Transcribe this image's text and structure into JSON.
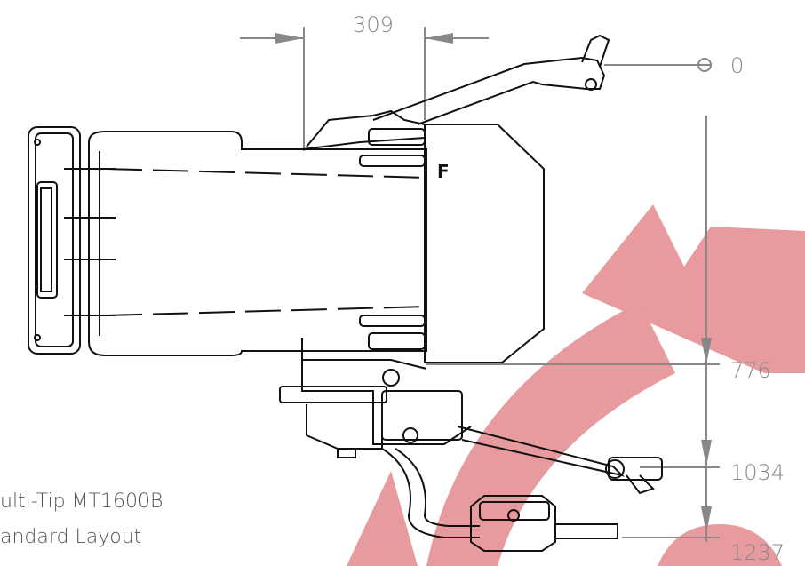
{
  "drawing": {
    "top_dimension": "309",
    "dimensions": [
      {
        "key": "d0",
        "label": "0"
      },
      {
        "key": "d776",
        "label": "776"
      },
      {
        "key": "d1034",
        "label": "1034"
      },
      {
        "key": "d1237",
        "label": "1237"
      }
    ],
    "marker": "F",
    "caption_line1": "ulti-Tip MT1600B",
    "caption_line2": "andard Layout",
    "colors": {
      "line": "#111111",
      "dimension": "#888888",
      "watermark": "#e07a7e"
    }
  }
}
